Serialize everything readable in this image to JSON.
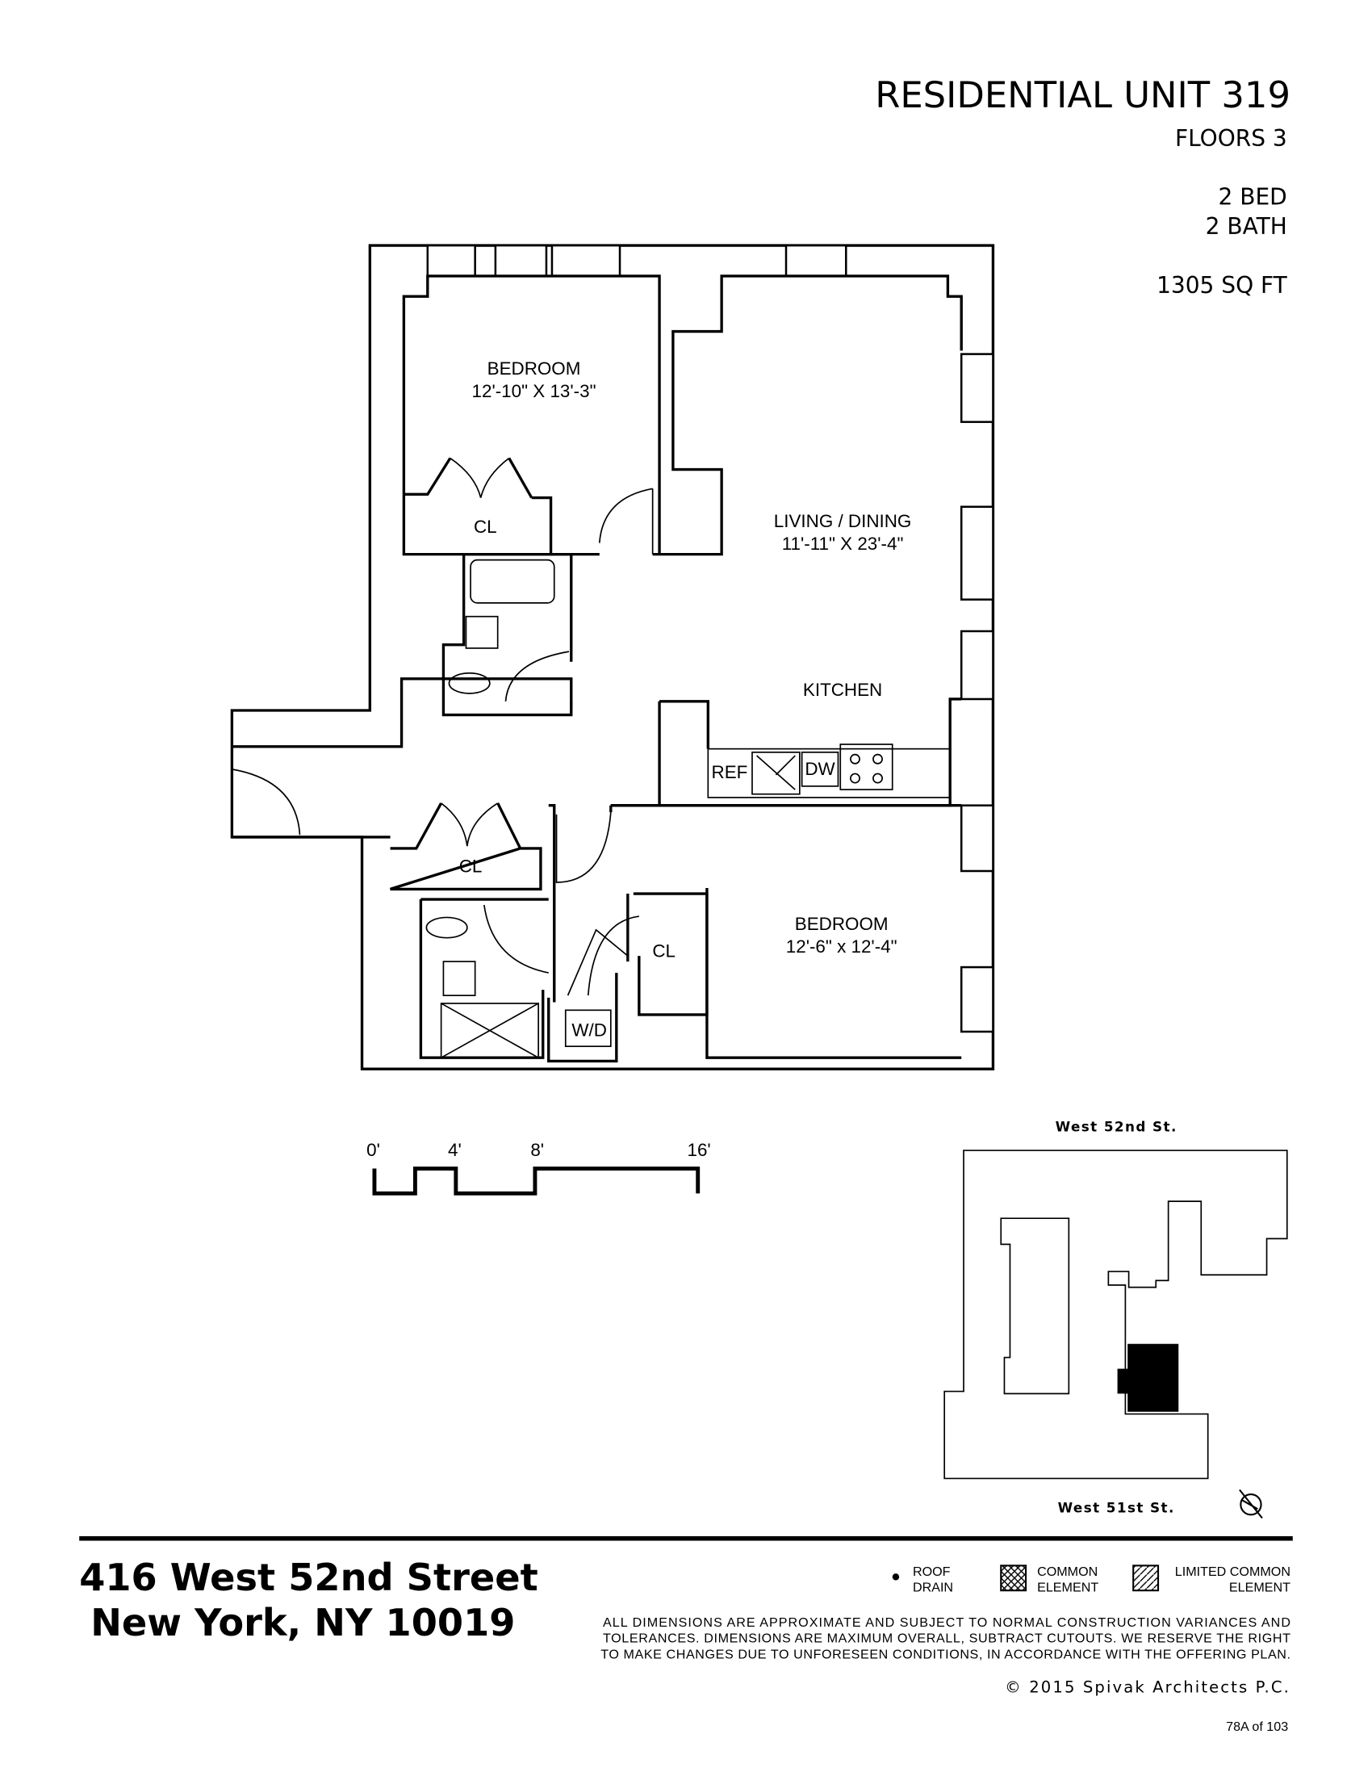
{
  "header": {
    "title": "RESIDENTIAL UNIT 319",
    "floors": "FLOORS 3",
    "beds": "2 BED",
    "baths": "2 BATH",
    "area": "1305 SQ FT"
  },
  "plan": {
    "bedroom1": {
      "name": "BEDROOM",
      "size": "12'-10\" X 13'-3\""
    },
    "living": {
      "name": "LIVING / DINING",
      "size": "11'-11\" X 23'-4\""
    },
    "kitchen": "KITCHEN",
    "bedroom2": {
      "name": "BEDROOM",
      "size": "12'-6\" x 12'-4\""
    },
    "closet": "CL",
    "ref": "REF",
    "dw": "DW",
    "wd": "W/D"
  },
  "scale_bar": {
    "labels": [
      "0'",
      "4'",
      "8'",
      "16'"
    ]
  },
  "key_plan": {
    "north_street": "West 52nd St.",
    "south_street": "West 51st St."
  },
  "address": {
    "line1": "416 West 52nd Street",
    "line2": "New York, NY 10019"
  },
  "legend": [
    {
      "line1": "ROOF",
      "line2": "DRAIN"
    },
    {
      "line1": "COMMON",
      "line2": "ELEMENT"
    },
    {
      "line1": "LIMITED COMMON",
      "line2": "ELEMENT"
    }
  ],
  "disclaimer": [
    "ALL DIMENSIONS ARE APPROXIMATE AND SUBJECT TO NORMAL CONSTRUCTION VARIANCES AND",
    "TOLERANCES. DIMENSIONS ARE MAXIMUM OVERALL, SUBTRACT CUTOUTS. WE RESERVE THE RIGHT",
    "TO MAKE CHANGES DUE TO UNFORESEEN CONDITIONS, IN ACCORDANCE WITH THE OFFERING PLAN."
  ],
  "copyright": "©  2015 Spivak Architects P.C.",
  "page_number": "78A of 103"
}
